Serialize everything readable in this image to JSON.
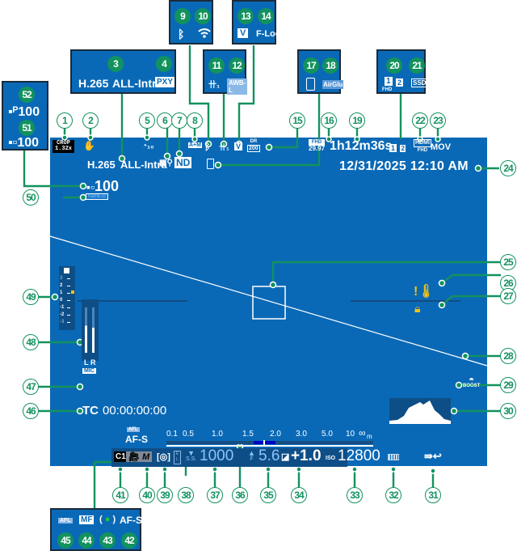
{
  "screen_color": "#0a69b6",
  "leader_color": "#12925e",
  "warn_color": "#f0c419",
  "callouts": {
    "codec_box": {
      "codec": "H.265",
      "intra": "ALL-Intra",
      "proxy": "PXY",
      "n1": "3",
      "n2": "4"
    },
    "wireless_box": {
      "bt": "Bluetooth",
      "wifi": "Wi-Fi",
      "n1": "9",
      "n2": "10"
    },
    "wb_box": {
      "wb": "AWB-L",
      "n1": "11",
      "n2": "12"
    },
    "film_box": {
      "flog": "F-Log",
      "n1": "13",
      "n2": "14"
    },
    "phone_box": {
      "airglu": "AirGlu",
      "n1": "17",
      "n2": "18"
    },
    "card_box": {
      "slot1": "1",
      "slot1_sub": "FHD",
      "slot2": "2",
      "ssd": "SSD",
      "n1": "20",
      "n2": "21"
    },
    "frames_box": {
      "frames_a": "100",
      "frames_b": "100",
      "n1": "52",
      "n2": "51"
    },
    "focus_box": {
      "afl": "AFL",
      "mf": "MF",
      "afs": "AF-S",
      "n1": "45",
      "n2": "44",
      "n3": "43",
      "n4": "42"
    }
  },
  "display": {
    "crop_top": "CROP",
    "crop_val": "1.32x",
    "codec": "H.265",
    "intra": "ALL-Intra",
    "nd": "ND",
    "am": "A+M",
    "dr_top": "DR",
    "dr_val": "200",
    "fhd": "FHD",
    "fps": "29.97",
    "rec_time": "1h12m36s",
    "slot1": "1",
    "slot1_sub": "FHD",
    "slot2": "2",
    "hdmi": "HDMI",
    "hdmi_sub": "FHD",
    "container": "MOV",
    "datetime": "12/31/2025 12:10 AM",
    "frames": "100",
    "frameio": "frame.io",
    "boost": "BOOST",
    "level_ticks": [
      "3",
      "2",
      "1",
      "0",
      "-1",
      "-2",
      "-3"
    ],
    "audio_l": "L",
    "audio_r": "R",
    "mic": "MIC",
    "tc_label": "TC",
    "timecode": "00:00:00:00",
    "afl_chip": "AFL",
    "af_mode": "AF-S",
    "distance_scale": [
      "0.1",
      "0.5",
      "1.0",
      "1.5",
      "2.0",
      "3.0",
      "5.0",
      "10",
      "∞"
    ],
    "distance_unit": "m",
    "custom": "C1",
    "exposure_mode": "M",
    "ss_label": "S.S.",
    "shutter": "1000",
    "f_label": "F",
    "aperture": "5.6",
    "exp_comp": "+1.0",
    "iso_label": "ISO",
    "iso": "12800"
  },
  "numbers": {
    "n1": "1",
    "n2": "2",
    "n5": "5",
    "n6": "6",
    "n7": "7",
    "n8": "8",
    "n15": "15",
    "n16": "16",
    "n19": "19",
    "n22": "22",
    "n23": "23",
    "n24": "24",
    "n25": "25",
    "n26": "26",
    "n27": "27",
    "n28": "28",
    "n29": "29",
    "n30": "30",
    "n31": "31",
    "n32": "32",
    "n33": "33",
    "n34": "34",
    "n35": "35",
    "n36": "36",
    "n37": "37",
    "n38": "38",
    "n39": "39",
    "n40": "40",
    "n41": "41",
    "n46": "46",
    "n47": "47",
    "n48": "48",
    "n49": "49",
    "n50": "50"
  }
}
